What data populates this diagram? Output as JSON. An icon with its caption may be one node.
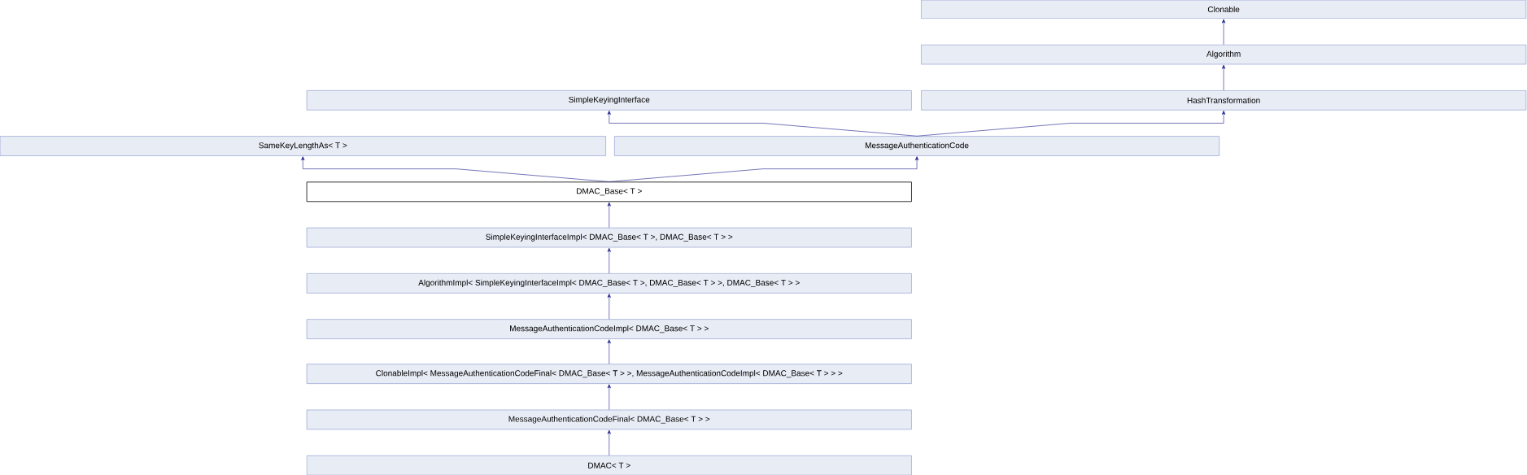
{
  "diagram": {
    "nodes": [
      {
        "text": [
          "Clonable"
        ]
      },
      {
        "text": [
          "Algorithm"
        ]
      },
      {
        "text": [
          "SimpleKeyingInterface"
        ]
      },
      {
        "text": [
          "HashTransformation"
        ]
      },
      {
        "text": [
          "SameKeyLengthAs< T >"
        ]
      },
      {
        "text": [
          "MessageAuthenticationCode"
        ]
      },
      {
        "text": [
          "DMAC_Base< T >"
        ]
      },
      {
        "text": [
          "SimpleKeyingInterfaceImpl< DMAC_Base< T >, DMAC_Base< T > >"
        ]
      },
      {
        "text": [
          "AlgorithmImpl< SimpleKeyingInterfaceImpl< DMAC_Base< T >, DMAC_Base< T > >, DMAC_Base< T > >"
        ]
      },
      {
        "text": [
          "MessageAuthenticationCodeImpl< DMAC_Base< T > >"
        ]
      },
      {
        "text": [
          "ClonableImpl< MessageAuthenticationCodeFinal< DMAC_Base< T > >, MessageAuthenticationCodeImpl< DMAC_Base< T > > >"
        ]
      },
      {
        "text": [
          "MessageAuthenticationCodeFinal< DMAC_Base< T > >"
        ]
      },
      {
        "text": [
          "DMAC< T >"
        ]
      }
    ],
    "edges": [
      {
        "from": 1,
        "to": 0,
        "arrow": "to"
      },
      {
        "from": 3,
        "to": 1,
        "arrow": "to"
      },
      {
        "from": 5,
        "to": 2,
        "arrow": "to"
      },
      {
        "from": 5,
        "to": 3,
        "arrow": "to"
      },
      {
        "from": 6,
        "to": 4,
        "arrow": "to"
      },
      {
        "from": 6,
        "to": 5,
        "arrow": "to"
      },
      {
        "from": 7,
        "to": 6,
        "arrow": "to"
      },
      {
        "from": 8,
        "to": 7,
        "arrow": "to"
      },
      {
        "from": 9,
        "to": 8,
        "arrow": "to"
      },
      {
        "from": 10,
        "to": 9,
        "arrow": "to"
      },
      {
        "from": 11,
        "to": 10,
        "arrow": "to"
      },
      {
        "from": 12,
        "to": 11,
        "arrow": "to"
      }
    ]
  }
}
